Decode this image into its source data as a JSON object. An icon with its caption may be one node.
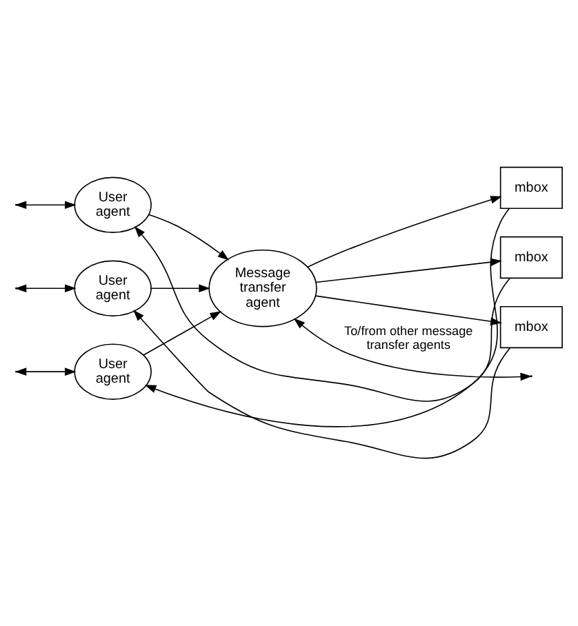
{
  "diagram": {
    "nodes": [
      {
        "text": [
          "User agent"
        ]
      },
      {
        "text": [
          "mbox"
        ]
      },
      {
        "text": [
          "User agent"
        ]
      },
      {
        "text": [
          "mbox"
        ]
      },
      {
        "text": [
          "User agent"
        ]
      },
      {
        "text": [
          "mbox"
        ]
      },
      {
        "text": [
          "Message transfer agent"
        ]
      }
    ],
    "edges": [
      {
        "from": null,
        "to": 0,
        "arrow": "both"
      },
      {
        "from": 1,
        "to": 0,
        "arrow": "to"
      },
      {
        "from": 6,
        "to": 1,
        "arrow": "to"
      },
      {
        "from": 0,
        "to": 6,
        "arrow": "to"
      },
      {
        "from": null,
        "to": 2,
        "arrow": "both"
      },
      {
        "from": 3,
        "to": 2,
        "arrow": "to"
      },
      {
        "from": 6,
        "to": 3,
        "arrow": "to"
      },
      {
        "from": 2,
        "to": 6,
        "arrow": "to"
      },
      {
        "from": null,
        "to": 4,
        "arrow": "both"
      },
      {
        "from": 5,
        "to": 4,
        "arrow": "to"
      },
      {
        "from": 6,
        "to": 5,
        "arrow": "to"
      },
      {
        "from": 4,
        "to": 6,
        "arrow": "to"
      },
      {
        "from": 6,
        "to": null,
        "arrow": "both",
        "label": "To/from other message transfer agents"
      }
    ]
  }
}
